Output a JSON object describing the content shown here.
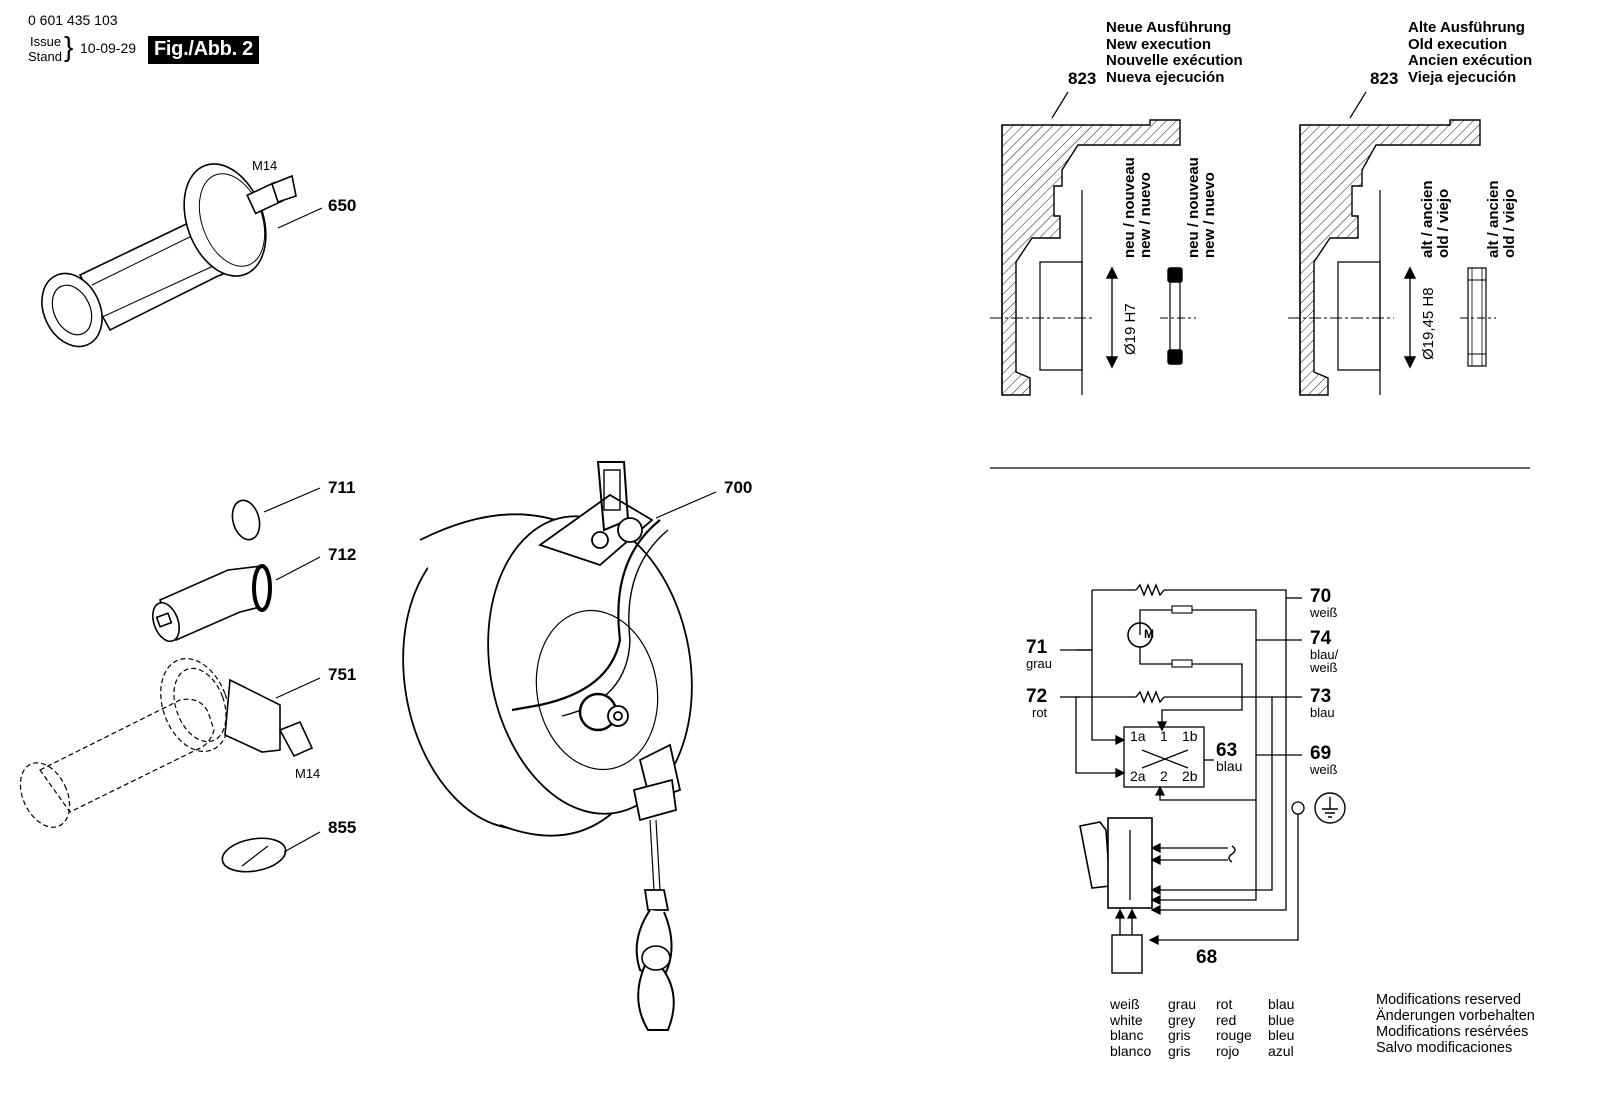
{
  "header": {
    "doc_number": "0 601 435 103",
    "issue_label": "Issue",
    "stand_label": "Stand",
    "date": "10-09-29",
    "figure_label": "Fig./Abb. 2"
  },
  "parts": {
    "p650": "650",
    "p711": "711",
    "p712": "712",
    "p751": "751",
    "p855": "855",
    "p700": "700",
    "p823_new": "823",
    "p823_old": "823",
    "thread_650": "M14",
    "thread_751": "M14"
  },
  "execution": {
    "new_lines": [
      "Neue Ausführung",
      "New execution",
      "Nouvelle exécution",
      "Nueva ejecución"
    ],
    "old_lines": [
      "Alte Ausführung",
      "Old execution",
      "Ancien exécution",
      "Vieja ejecución"
    ],
    "new_vertical_1": [
      "neu / nouveau",
      "new / nuevo"
    ],
    "new_vertical_2": [
      "neu / nouveau",
      "new / nuevo"
    ],
    "old_vertical_1": [
      "alt / ancien",
      "old / viejo"
    ],
    "old_vertical_2": [
      "alt / ancien",
      "old / viejo"
    ],
    "dim_new": "Ø19 H7",
    "dim_old": "Ø19,45 H8"
  },
  "wiring": {
    "w70": {
      "num": "70",
      "color": "weiß"
    },
    "w71": {
      "num": "71",
      "color": "grau"
    },
    "w74": {
      "num": "74",
      "color_1": "blau/",
      "color_2": "weiß"
    },
    "w72": {
      "num": "72",
      "color": "rot"
    },
    "w73": {
      "num": "73",
      "color": "blau"
    },
    "w63": {
      "num": "63",
      "color": "blau"
    },
    "w69": {
      "num": "69",
      "color": "weiß"
    },
    "w68": {
      "num": "68"
    },
    "motor_label": "M",
    "terminals": {
      "t1a": "1a",
      "t1": "1",
      "t1b": "1b",
      "t2a": "2a",
      "t2": "2",
      "t2b": "2b"
    }
  },
  "legend": {
    "col1": [
      "weiß",
      "white",
      "blanc",
      "blanco"
    ],
    "col2": [
      "grau",
      "grey",
      "gris",
      "gris"
    ],
    "col3": [
      "rot",
      "red",
      "rouge",
      "rojo"
    ],
    "col4": [
      "blau",
      "blue",
      "bleu",
      "azul"
    ]
  },
  "modifications": [
    "Modifications reserved",
    "Änderungen vorbehalten",
    "Modifications resérvées",
    "Salvo modificaciones"
  ]
}
